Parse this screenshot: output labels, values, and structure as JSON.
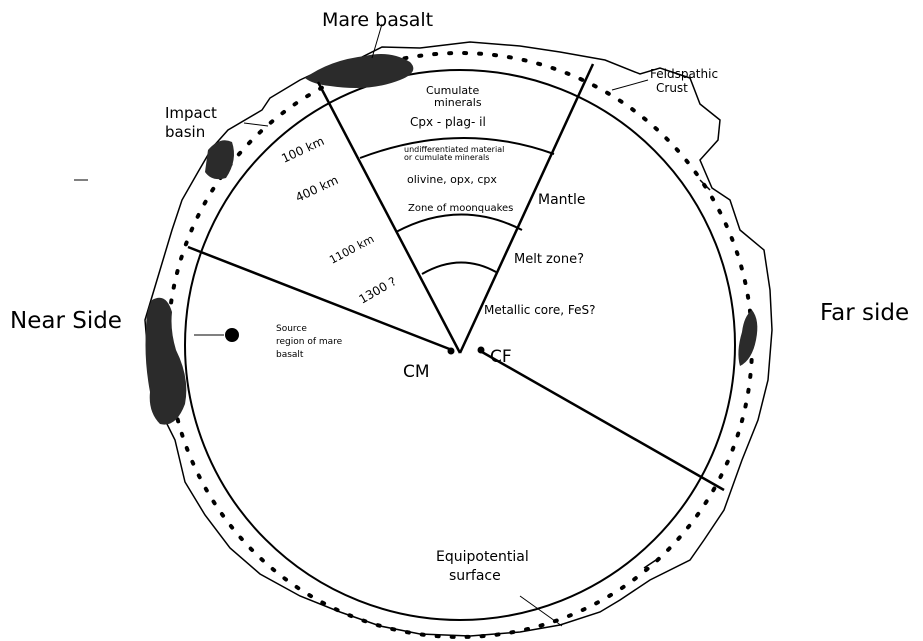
{
  "side_labels": {
    "near": "Near Side",
    "far": "Far side"
  },
  "surface_labels": {
    "mare_basalt": "Mare basalt",
    "impact_basin_1": "Impact",
    "impact_basin_2": "basin",
    "crust_1": "Feldspathic",
    "crust_2": "Crust",
    "equipotential_1": "Equipotential",
    "equipotential_2": "surface"
  },
  "layers": {
    "cumulate_1": "Cumulate",
    "cumulate_2": "minerals",
    "cpx_plag": "Cpx - plag- il",
    "undiff_1": "undifferentiated material",
    "undiff_2": "or cumulate minerals",
    "olivine": "olivine, opx, cpx",
    "moonquakes": "Zone of moonquakes",
    "mantle": "Mantle",
    "melt": "Melt zone?",
    "core": "Metallic core, FeS?"
  },
  "depths": {
    "d100": "100 km",
    "d400": "400 km",
    "d1100": "1100 km",
    "d1300": "1300 ?"
  },
  "source_region": {
    "line1": "Source",
    "line2": "region of mare",
    "line3": "basalt"
  },
  "centers": {
    "cm": "CM",
    "cf": "CF"
  },
  "colors": {
    "ink": "#000000",
    "mare_fill": "#2b2b2b",
    "background": "#ffffff"
  }
}
